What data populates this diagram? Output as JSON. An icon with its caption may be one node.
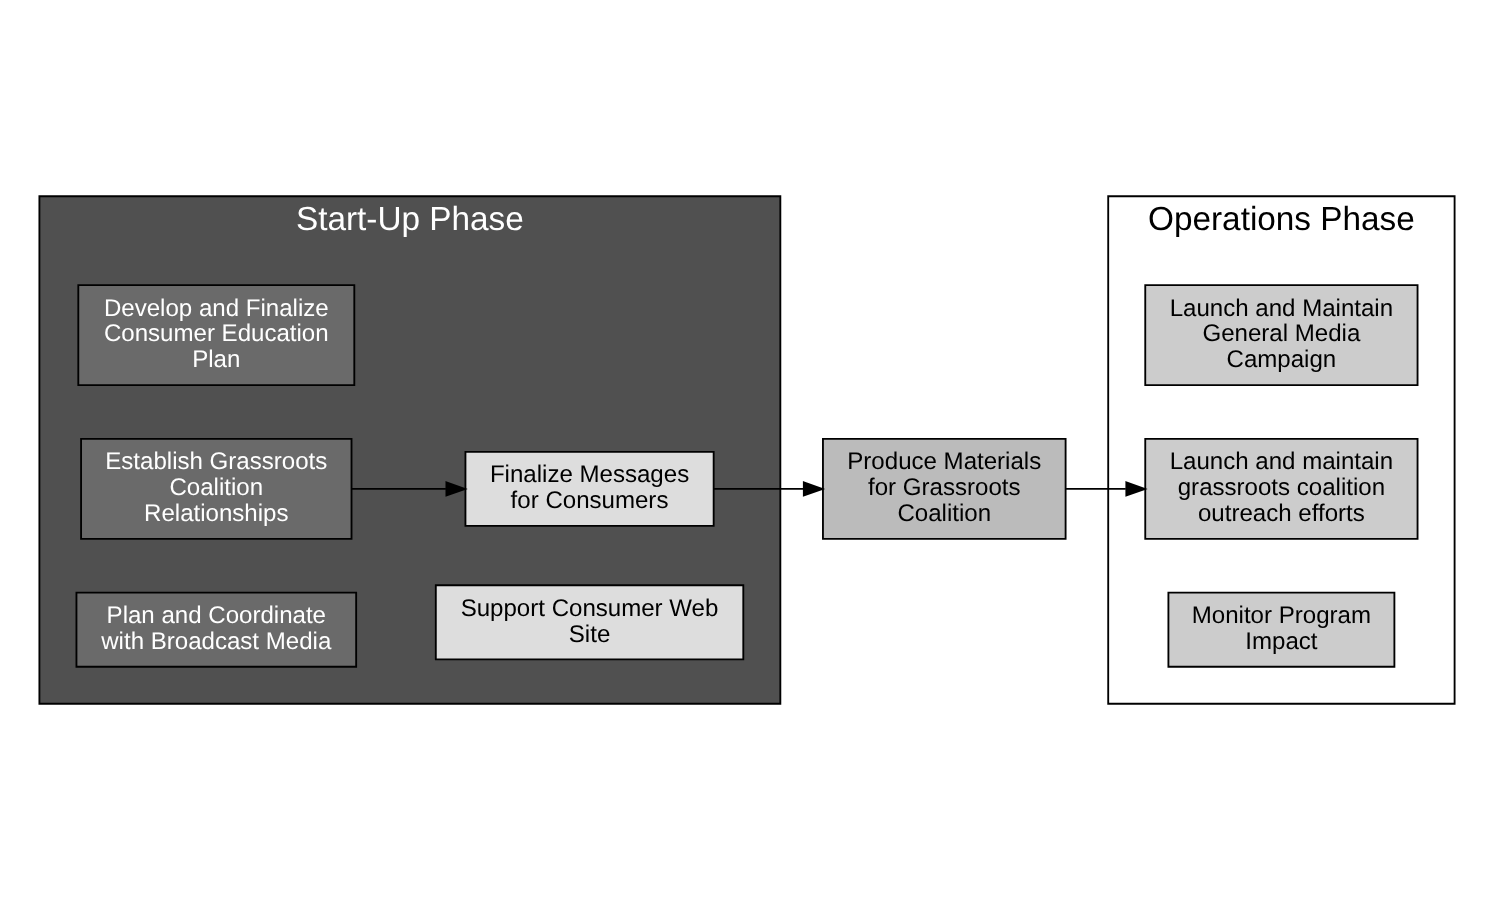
{
  "diagram": {
    "nodes": [
      {
        "text": [
          "Start-Up Phase"
        ]
      },
      {
        "text": [
          "Develop and Finalize Consumer Education Plan"
        ],
        "in": 0
      },
      {
        "text": [
          "Establish Grassroots Coalition Relationships"
        ],
        "in": 0
      },
      {
        "text": [
          "Plan and Coordinate with Broadcast Media"
        ],
        "in": 0
      },
      {
        "text": [
          "Finalize Messages for Consumers"
        ],
        "in": 0
      },
      {
        "text": [
          "Support Consumer Web Site"
        ],
        "in": 0
      },
      {
        "text": [
          "Operations Phase"
        ]
      },
      {
        "text": [
          "Produce Materials for Grassroots Coalition"
        ]
      },
      {
        "text": [
          "Launch and Maintain General Media Campaign"
        ],
        "in": 6
      },
      {
        "text": [
          "Launch and maintain grassroots coalition outreach efforts"
        ],
        "in": 6
      },
      {
        "text": [
          "Monitor Program Impact"
        ],
        "in": 6
      }
    ],
    "edges": [
      {
        "from": 2,
        "to": 4,
        "arrow": "to"
      },
      {
        "from": 4,
        "to": 7,
        "arrow": "to"
      },
      {
        "from": 7,
        "to": 9,
        "arrow": "to"
      }
    ]
  }
}
